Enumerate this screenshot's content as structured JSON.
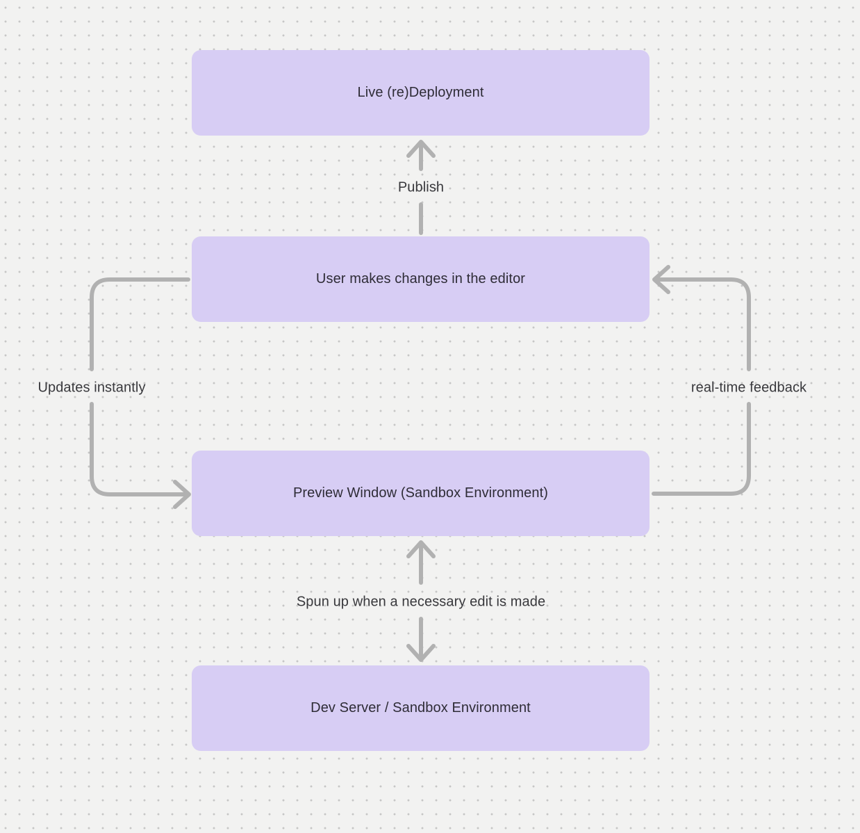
{
  "theme": {
    "canvas_bg": "#f2f2f1",
    "dot_color": "#c6c6c6",
    "node_fill": "#d7cdf4",
    "node_text_color": "#2e2c36",
    "arrow_color": "#b1b1b1",
    "edge_label_color": "#38383c"
  },
  "nodes": [
    {
      "id": "live-deployment",
      "label": "Live (re)Deployment"
    },
    {
      "id": "editor-changes",
      "label": "User makes changes in the editor"
    },
    {
      "id": "preview-window",
      "label": "Preview Window (Sandbox Environment)"
    },
    {
      "id": "dev-server",
      "label": "Dev Server / Sandbox Environment"
    }
  ],
  "edges": [
    {
      "id": "publish",
      "label": "Publish",
      "from": "editor-changes",
      "to": "live-deployment",
      "direction": "up"
    },
    {
      "id": "updates-instantly",
      "label": "Updates instantly",
      "from": "editor-changes",
      "to": "preview-window",
      "direction": "down-left-loop"
    },
    {
      "id": "realtime-feedback",
      "label": "real-time feedback",
      "from": "preview-window",
      "to": "editor-changes",
      "direction": "up-right-loop"
    },
    {
      "id": "spun-up",
      "label": "Spun up when a necessary edit is made",
      "from": "dev-server",
      "to": "preview-window",
      "direction": "both"
    }
  ]
}
